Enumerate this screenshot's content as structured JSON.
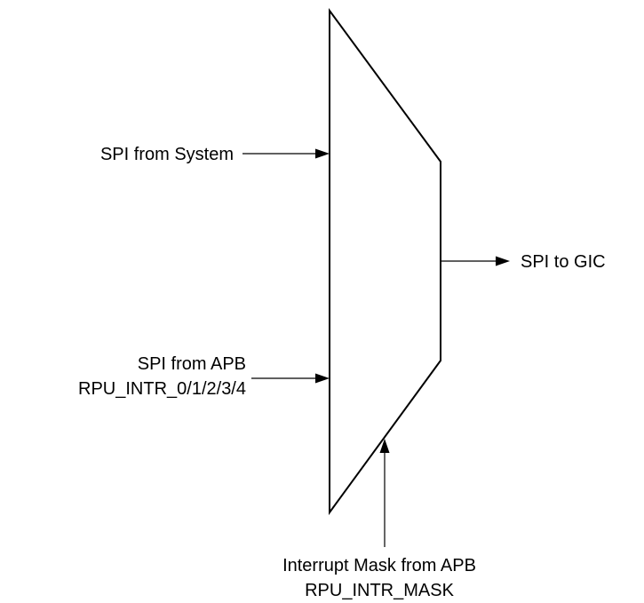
{
  "diagram": {
    "inputs": {
      "spi_from_system": "SPI from System",
      "spi_from_apb_line1": "SPI from APB",
      "spi_from_apb_line2": "RPU_INTR_0/1/2/3/4"
    },
    "output": {
      "spi_to_gic": "SPI to GIC"
    },
    "control": {
      "mask_line1": "Interrupt Mask from APB",
      "mask_line2": "RPU_INTR_MASK"
    }
  }
}
